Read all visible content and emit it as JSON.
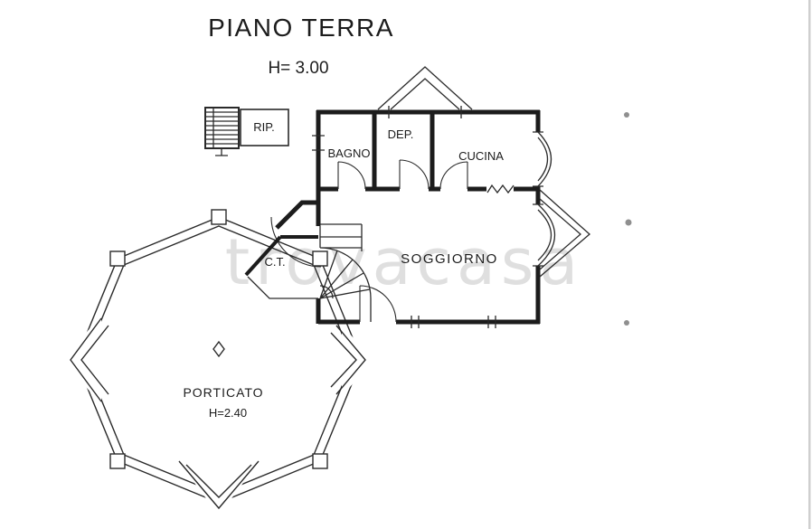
{
  "page": {
    "title": "PIANO TERRA",
    "height_note": "H= 3.00",
    "watermark": "trovacasa"
  },
  "rooms": {
    "rip": "RIP.",
    "bagno": "BAGNO",
    "dep": "DEP.",
    "cucina": "CUCINA",
    "soggiorno": "SOGGIORNO",
    "ct": "C.T.",
    "porticato": "PORTICATO",
    "porticato_height": "H=2.40"
  },
  "colors": {
    "background": "#ffffff",
    "ink": "#1c1c1c",
    "watermark": "#c6c6c6",
    "scan_artifact": "#8f8f8f"
  }
}
